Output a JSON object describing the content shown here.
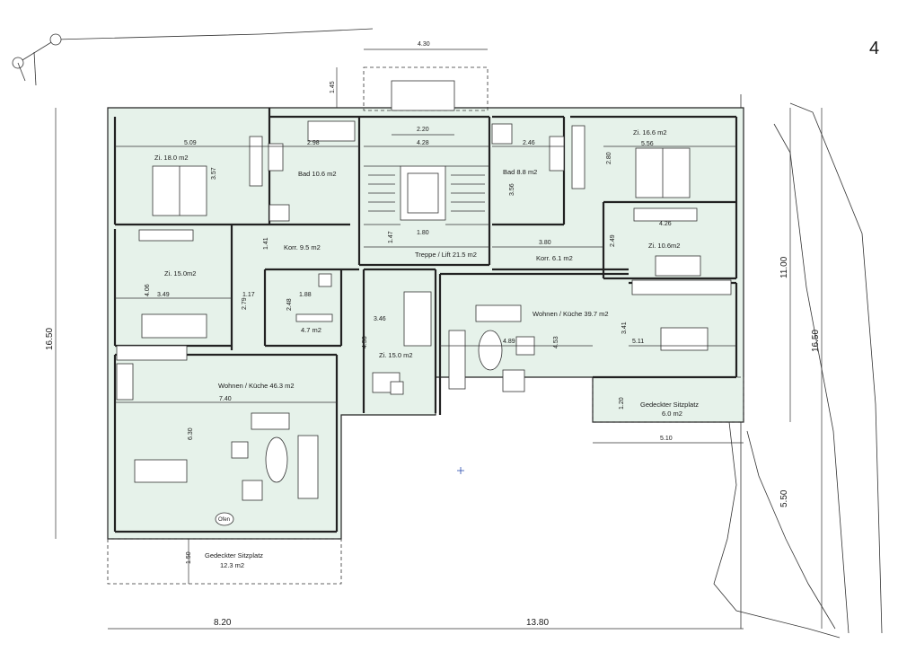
{
  "sheet_number": "4",
  "rooms": {
    "zi_18": "Zi. 18.0 m2",
    "bad_106": "Bad 10.6 m2",
    "korr_95": "Korr. 9.5 m2",
    "zi_150_left": "Zi. 15.0m2",
    "wohnen_463": "Wohnen / Küche 46.3 m2",
    "sitzplatz_left_title": "Gedeckter Sitzplatz",
    "sitzplatz_left_area": "12.3 m2",
    "treppe": "Treppe / Lift 21.5 m2",
    "zi_150_mid": "Zi. 15.0 m2",
    "small_47": "4.7 m2",
    "korr_61": "Korr. 6.1 m2",
    "bad_88": "Bad 8.8 m2",
    "zi_166": "Zi. 16.6 m2",
    "zi_106": "Zi. 10.6m2",
    "wohnen_397": "Wohnen / Küche 39.7 m2",
    "sitzplatz_right_title": "Gedeckter Sitzplatz",
    "sitzplatz_right_area": "6.0 m2",
    "ofen": "Ofen"
  },
  "dimensions": {
    "d_430": "4.30",
    "d_145": "1.45",
    "d_220": "2.20",
    "d_428": "4.28",
    "d_509": "5.09",
    "d_357": "3.57",
    "d_298": "2.98",
    "d_246": "2.46",
    "d_356": "3.56",
    "d_556": "5.56",
    "d_280": "2.80",
    "d_426": "4.26",
    "d_249": "2.49",
    "d_180": "1.80",
    "d_147": "1.47",
    "d_141": "1.41",
    "d_380": "3.80",
    "d_406": "4.06",
    "d_349": "3.49",
    "d_117": "1.17",
    "d_279": "2.79",
    "d_188": "1.88",
    "d_248": "2.48",
    "d_346": "3.46",
    "d_453_a": "4.53",
    "d_489": "4.89",
    "d_453_b": "4.53",
    "d_341": "3.41",
    "d_511": "5.11",
    "d_740": "7.40",
    "d_630": "6.30",
    "d_150": "1.50",
    "d_120": "1.20",
    "d_510": "5.10",
    "d_1650_left": "16.50",
    "d_1100": "11.00",
    "d_1650_right": "16.50",
    "d_550": "5.50",
    "d_820": "8.20",
    "d_1380": "13.80"
  }
}
